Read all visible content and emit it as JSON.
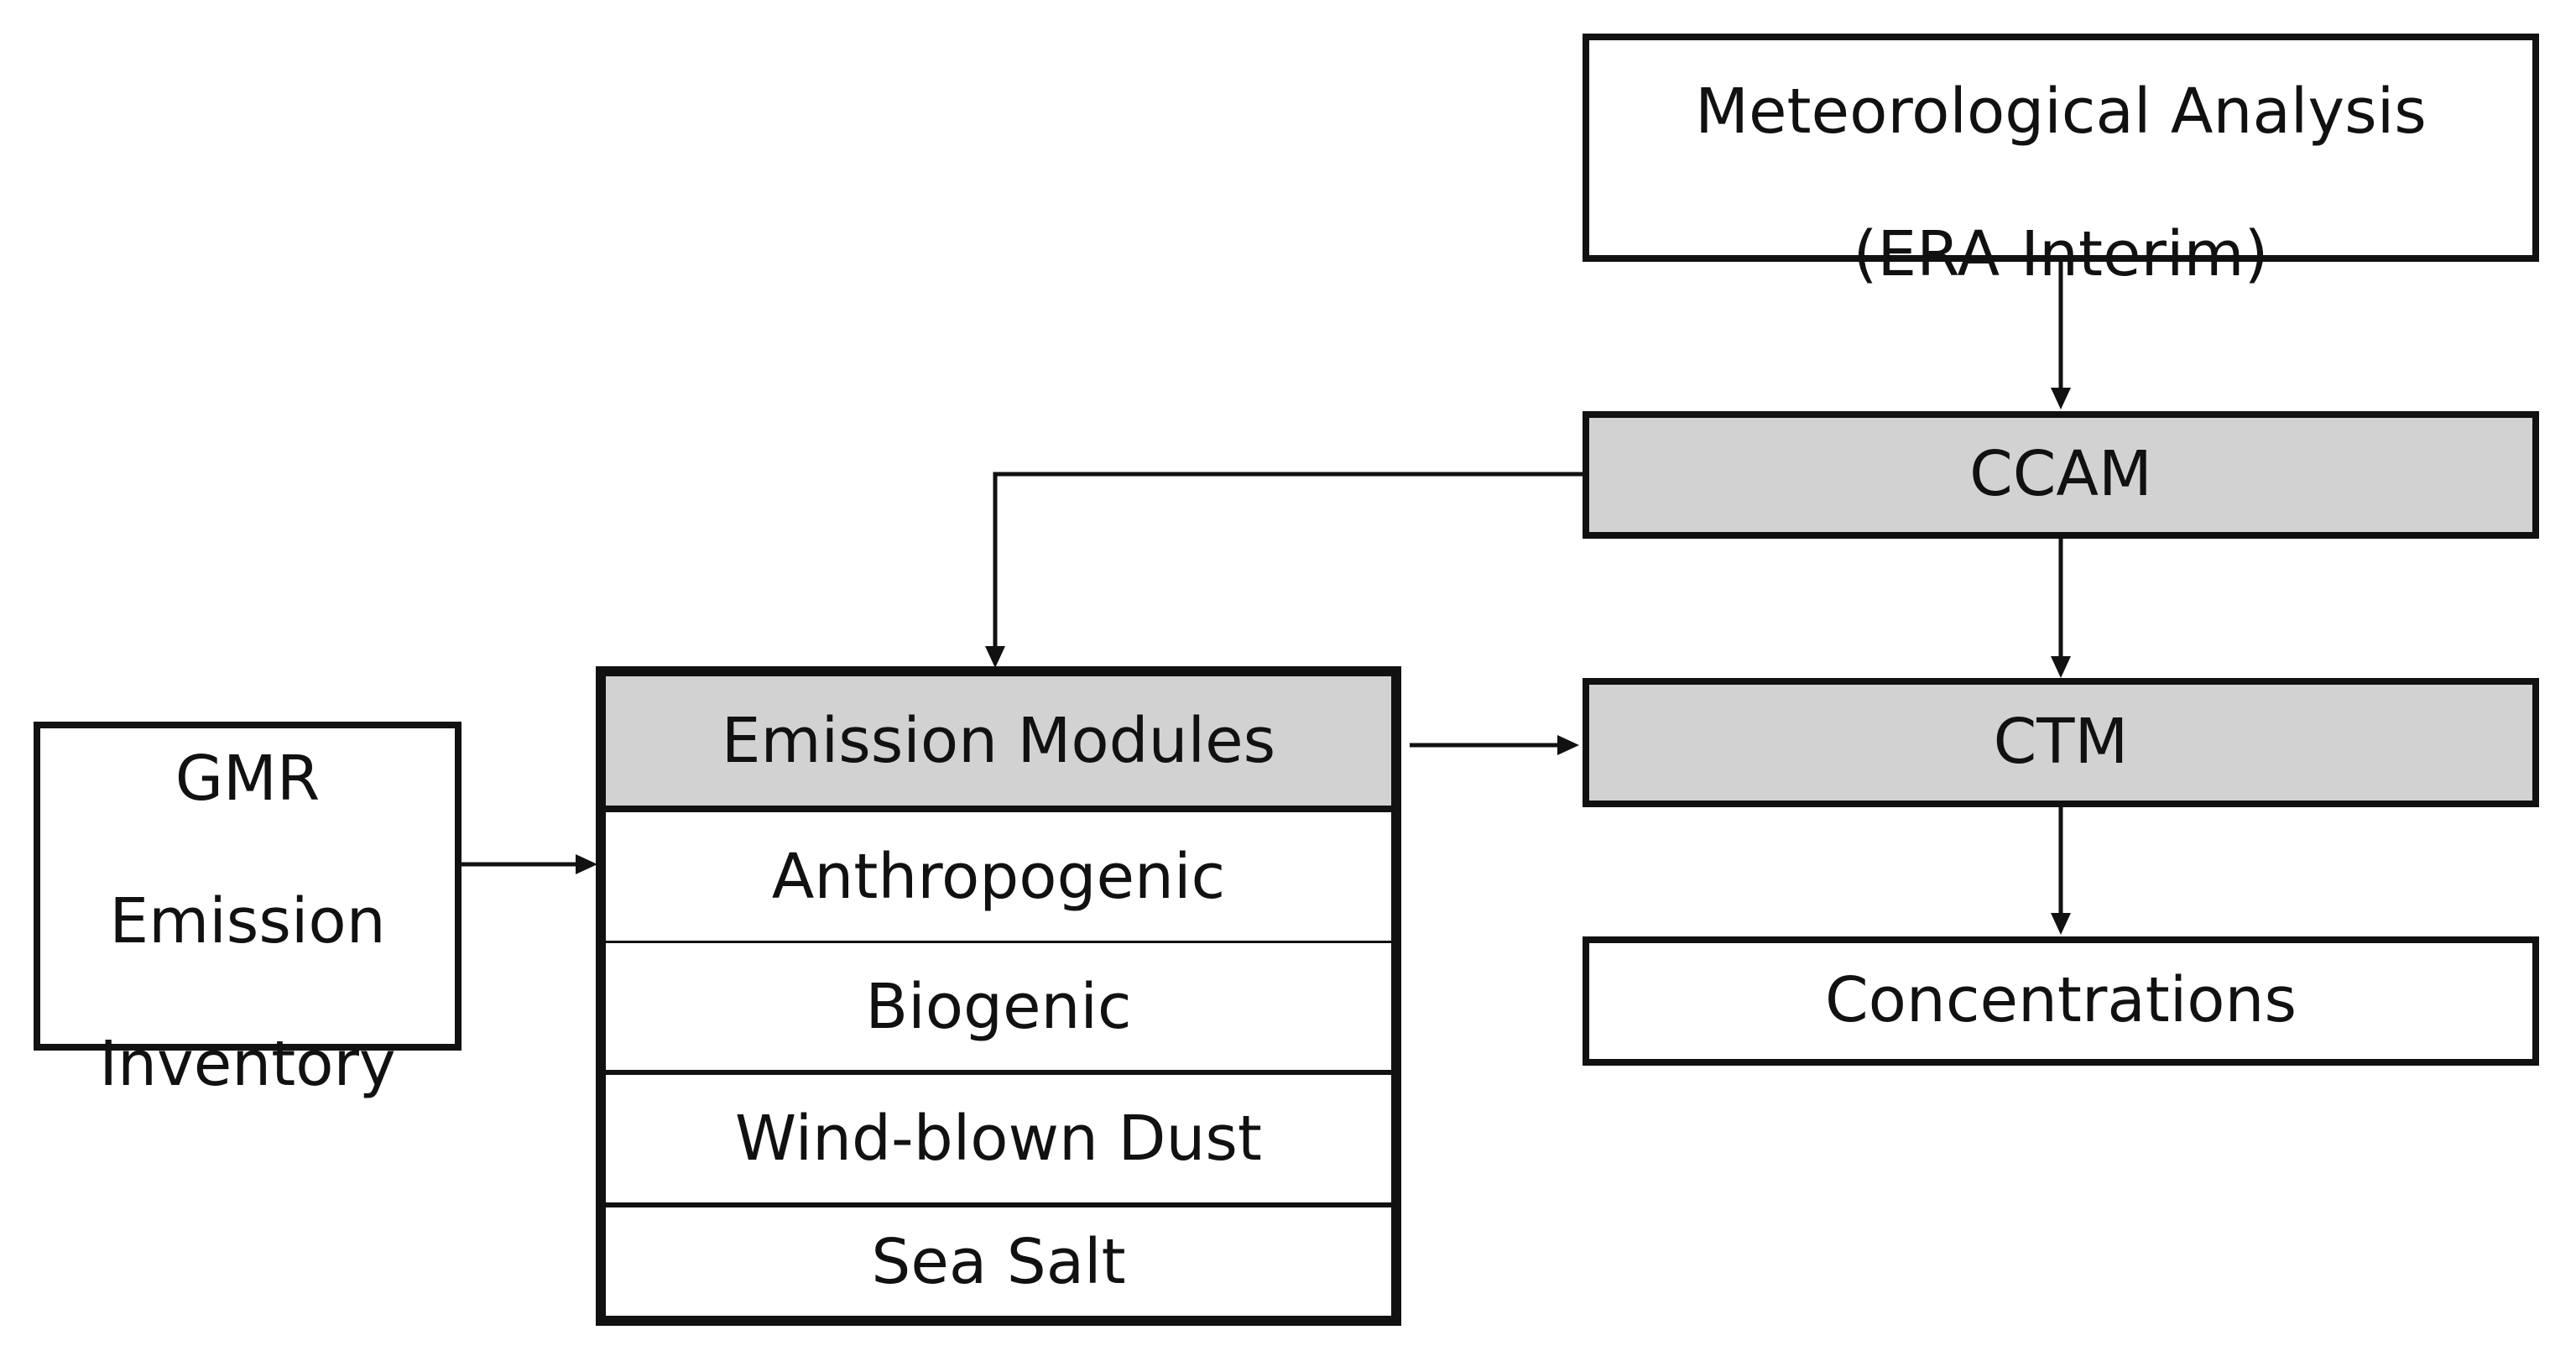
{
  "diagram": {
    "met_analysis": {
      "line1": "Meteorological Analysis",
      "line2": "(ERA-Interim)"
    },
    "ccam": {
      "label": "CCAM"
    },
    "ctm": {
      "label": "CTM"
    },
    "concentrations": {
      "label": "Concentrations"
    },
    "gmr_inventory": {
      "line1": "GMR",
      "line2": "Emission",
      "line3": "Inventory"
    },
    "emission_modules": {
      "header": "Emission Modules",
      "rows": [
        "Anthropogenic",
        "Biogenic",
        "Wind-blown Dust",
        "Sea Salt"
      ]
    },
    "colors": {
      "stroke": "#111111",
      "shaded_fill": "#d2d2d2",
      "plain_fill": "#ffffff"
    }
  }
}
